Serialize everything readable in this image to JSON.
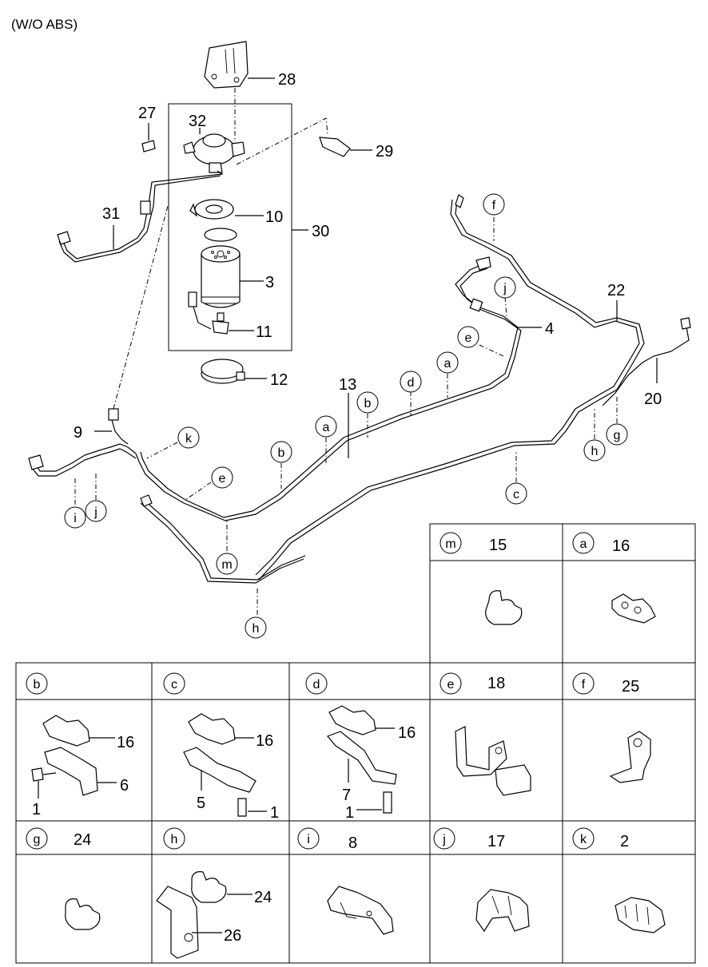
{
  "header": {
    "variant_note": "(W/O ABS)"
  },
  "part_labels": {
    "p28": "28",
    "p27": "27",
    "p32": "32",
    "p29": "29",
    "p31": "31",
    "p10": "10",
    "p30": "30",
    "p3": "3",
    "p11": "11",
    "p12": "12",
    "p22": "22",
    "p4": "4",
    "p13": "13",
    "p20": "20",
    "p9": "9"
  },
  "ref_letters": {
    "f": "f",
    "j": "j",
    "e": "e",
    "a": "a",
    "d": "d",
    "b": "b",
    "k": "k",
    "i": "i",
    "c": "c",
    "m": "m",
    "h": "h",
    "g": "g"
  },
  "detail_boxes": {
    "m": {
      "letter": "m",
      "part": "15"
    },
    "a": {
      "letter": "a",
      "part": "16"
    },
    "b": {
      "letter": "b",
      "parts": [
        "16",
        "6",
        "1"
      ]
    },
    "c": {
      "letter": "c",
      "parts": [
        "16",
        "5",
        "1"
      ]
    },
    "d": {
      "letter": "d",
      "parts": [
        "16",
        "7",
        "1"
      ]
    },
    "e": {
      "letter": "e",
      "part": "18"
    },
    "f": {
      "letter": "f",
      "part": "25"
    },
    "g": {
      "letter": "g",
      "part": "24"
    },
    "h": {
      "letter": "h",
      "parts": [
        "24",
        "26"
      ]
    },
    "i": {
      "letter": "i",
      "part": "8"
    },
    "j": {
      "letter": "j",
      "part": "17"
    },
    "k": {
      "letter": "k",
      "part": "2"
    }
  }
}
